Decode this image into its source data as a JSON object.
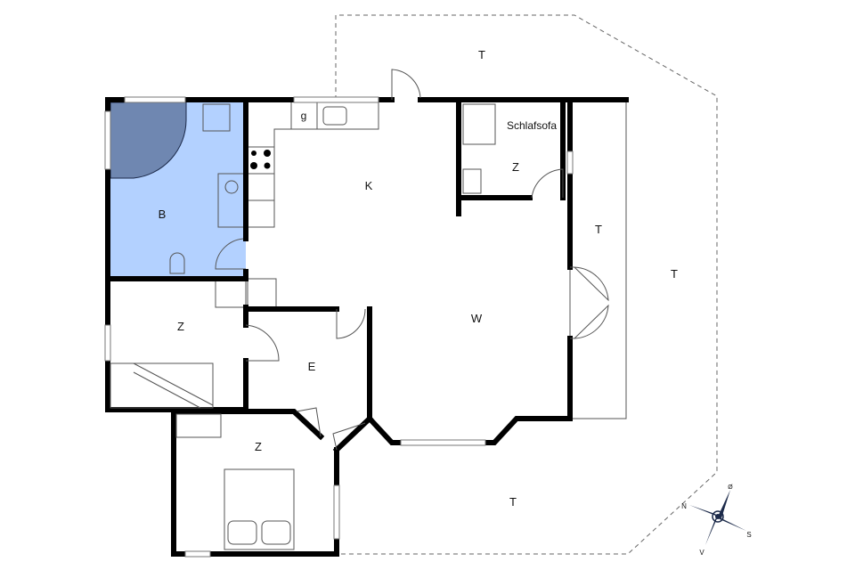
{
  "rooms": {
    "bath": "B",
    "kitchen": "K",
    "living": "W",
    "entry": "E",
    "room_left": "Z",
    "room_bedroom": "Z",
    "room_small": "Z",
    "sofa": "Schlafsofa",
    "kitchen_item": "g",
    "terrace_top": "T",
    "terrace_right_inner": "T",
    "terrace_right_outer": "T",
    "terrace_bottom": "T"
  },
  "compass": {
    "north": "N",
    "south": "S",
    "west": "V",
    "east": "Ø"
  },
  "colors": {
    "bath_fill": "#b3d1ff",
    "shower_fill": "#6f87b1",
    "wall": "#000000",
    "compass": "#1c2a4a"
  }
}
